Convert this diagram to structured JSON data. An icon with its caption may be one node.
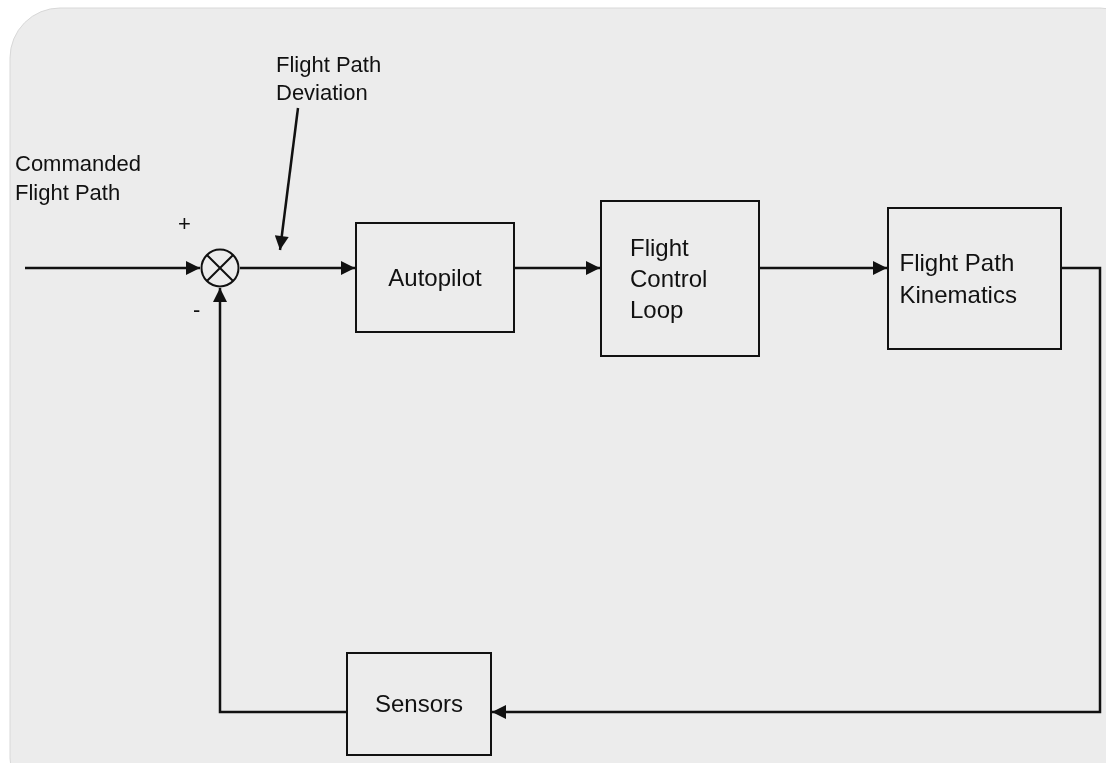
{
  "diagram": {
    "nodes": [
      {
        "text": [],
        "shape": "circle"
      },
      {
        "text": [
          "Autopilot"
        ]
      },
      {
        "text": [
          "Flight Control Loop"
        ]
      },
      {
        "text": [
          "Flight Path Kinematics"
        ]
      },
      {
        "text": [
          "Sensors"
        ]
      },
      {
        "text": [
          "Flight Path Deviation"
        ]
      }
    ],
    "edges": [
      {
        "from": null,
        "to": 0,
        "arrow": "to"
      },
      {
        "from": 0,
        "to": 1,
        "arrow": "to"
      },
      {
        "from": 1,
        "to": 2,
        "arrow": "to"
      },
      {
        "from": 2,
        "to": 3,
        "arrow": "to"
      },
      {
        "from": 3,
        "to": 4,
        "arrow": "to"
      },
      {
        "from": 4,
        "to": 0,
        "arrow": "to"
      },
      {
        "from": 5,
        "to": null,
        "arrow": "to"
      }
    ],
    "labels": [
      "Commanded Flight Path",
      "+",
      "-"
    ]
  }
}
